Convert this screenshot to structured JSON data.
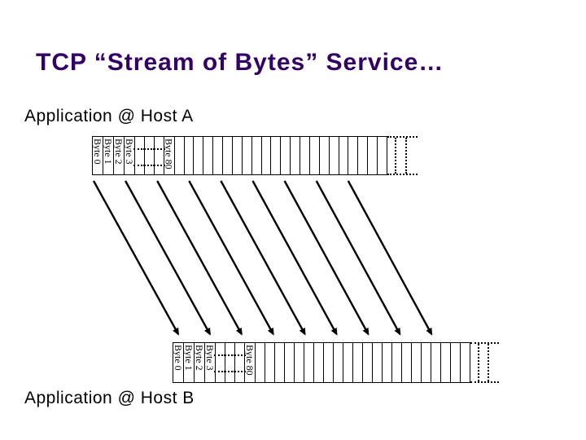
{
  "slide": {
    "title": "TCP “Stream of Bytes” Service…",
    "host_a_label": "Application @ Host A",
    "host_b_label": "Application @ Host B"
  },
  "byte_stream": {
    "cells": [
      {
        "label": "Byte 0"
      },
      {
        "label": "Byte 1"
      },
      {
        "label": "Byte 2"
      },
      {
        "label": "Byte 3"
      },
      {
        "ellipsis": true
      },
      {
        "ellipsis": true
      },
      {
        "ellipsis": true
      },
      {
        "label": "Byte 80"
      },
      {},
      {},
      {},
      {},
      {},
      {},
      {},
      {},
      {},
      {},
      {},
      {},
      {},
      {},
      {},
      {},
      {},
      {},
      {},
      {},
      {},
      {}
    ]
  },
  "arrows": {
    "count": 9
  },
  "colors": {
    "title": "#330066",
    "line": "#000000",
    "text": "#000000"
  }
}
